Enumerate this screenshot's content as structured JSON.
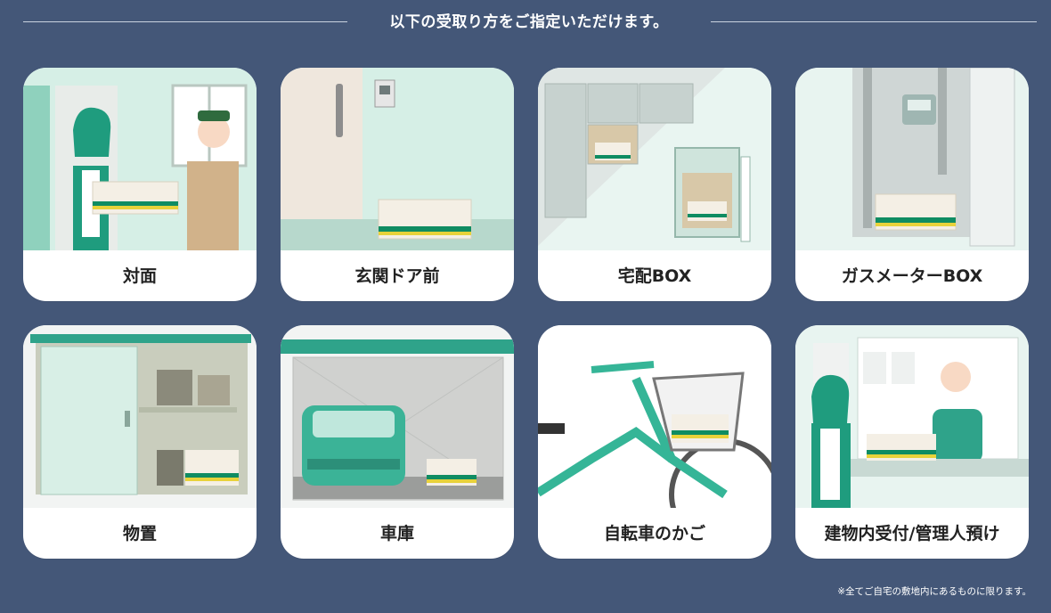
{
  "header": {
    "title": "以下の受取り方をご指定いただけます。"
  },
  "options": [
    {
      "label": "対面"
    },
    {
      "label": "玄関ドア前"
    },
    {
      "label": "宅配BOX"
    },
    {
      "label": "ガスメーターBOX"
    },
    {
      "label": "物置"
    },
    {
      "label": "車庫"
    },
    {
      "label": "自転車のかご"
    },
    {
      "label": "建物内受付/管理人預け"
    }
  ],
  "footnote": "※全てご自宅の敷地内にあるものに限ります。",
  "colors": {
    "background": "#445778",
    "card": "#ffffff",
    "accent_green": "#3aa890",
    "mint": "#d6efe6",
    "parcel_green": "#0f8c62",
    "parcel_yellow": "#e8d23a"
  }
}
